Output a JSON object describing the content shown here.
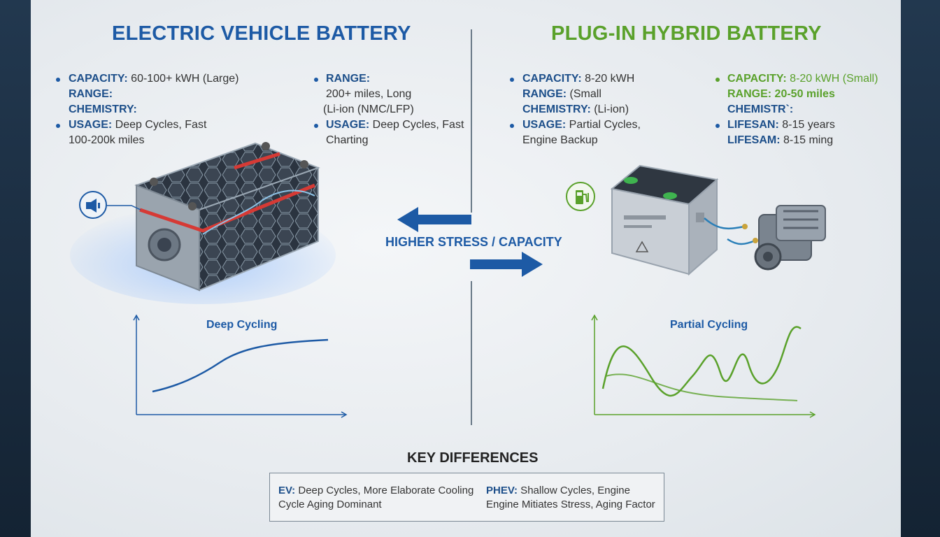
{
  "ev": {
    "title": "ELECTRIC VEHICLE BATTERY",
    "col1": {
      "capacity_label": "CAPACITY:",
      "capacity_value": " 60-100+ kWH (Large)",
      "range_label": "RANGE:",
      "chemistry_label": "CHEMISTRY:",
      "usage_label": "USAGE:",
      "usage_value": " Deep Cycles, Fast",
      "usage_line2": "100-200k miles"
    },
    "col2": {
      "range_label": "RANGE:",
      "range_line1": "200+ miles, Long",
      "range_line2": "(Li-ion (NMC/LFP)",
      "usage_label": "USAGE:",
      "usage_value": " Deep Cycles, Fast",
      "usage_line2": "Charting"
    },
    "chart_title": "Deep Cycling"
  },
  "phev": {
    "title": "PLUG-IN HYBRID BATTERY",
    "col1": {
      "capacity_label": "CAPACITY:",
      "capacity_value": " 8-20 kWH",
      "range_label": "RANGE:",
      "range_value": " (Small",
      "chemistry_label": "CHEMISTRY:",
      "chemistry_value": " (Li-ion)",
      "usage_label": "USAGE:",
      "usage_value": " Partial Cycles,",
      "usage_line2": "Engine Backup"
    },
    "col2": {
      "capacity_label": "CAPACITY:",
      "capacity_value": " 8-20 kWH (Small)",
      "range_label": "RANGE:",
      "range_value": " 20-50 miles",
      "chemistry_label": "CHEMISTR`:",
      "lifespan_label": "LIFESAN:",
      "lifespan_value": " 8-15 years",
      "lifespan2_label": "LIFESAM:",
      "lifespan2_value": " 8-15 ming"
    },
    "chart_title": "Partial Cycling"
  },
  "center": {
    "stress_label": "HIGHER STRESS / CAPACITY"
  },
  "key_differences": {
    "title": "KEY DIFFERENCES",
    "ev_label": "EV:",
    "ev_line1": " Deep Cycles, More Elaborate Cooling",
    "ev_line2": "Cycle Aging Dominant",
    "phev_label": "PHEV:",
    "phev_line1": " Shallow Cycles, Engine",
    "phev_line2": "Engine Mitiates Stress, Aging Factor"
  },
  "colors": {
    "ev_blue": "#1d5aa5",
    "phev_green": "#5aa12b"
  },
  "icons": [
    "speaker-icon",
    "fuel-pump-icon"
  ]
}
